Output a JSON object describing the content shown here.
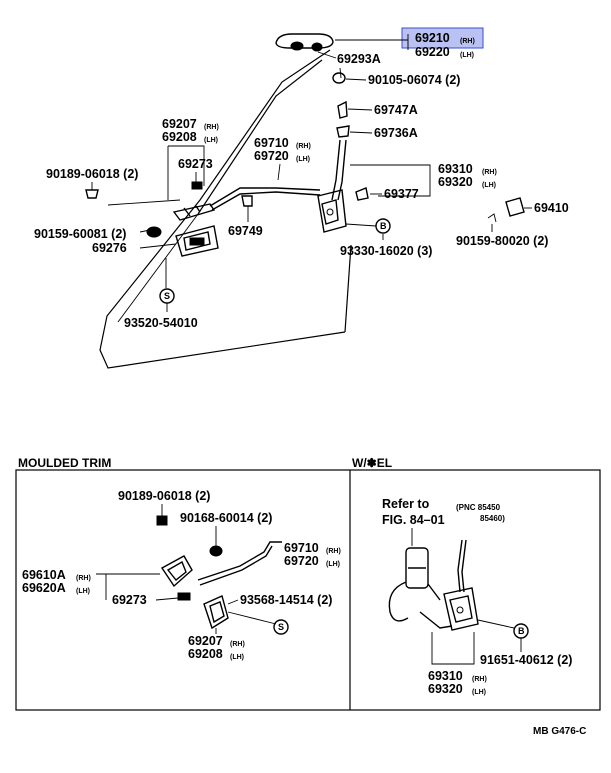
{
  "diagram": {
    "code": "MB G476-C",
    "callouts": {
      "p69210": "69210",
      "p69210_sfx": "(RH)",
      "p69220": "69220",
      "p69220_sfx": "(LH)",
      "p69293A": "69293A",
      "p90105": "90105-06074 (2)",
      "p69747A": "69747A",
      "p69736A": "69736A",
      "p69207": "69207",
      "p69207_sfx": "(RH)",
      "p69208": "69208",
      "p69208_sfx": "(LH)",
      "p69710": "69710",
      "p69710_sfx": "(RH)",
      "p69720": "69720",
      "p69720_sfx": "(LH)",
      "p69310": "69310",
      "p69310_sfx": "(RH)",
      "p69320": "69320",
      "p69320_sfx": "(LH)",
      "p90189": "90189-06018 (2)",
      "p69273": "69273",
      "p69377": "69377",
      "p69410": "69410",
      "p90159a": "90159-60081 (2)",
      "p69276": "69276",
      "p69749": "69749",
      "b_marker": "B",
      "p93330": "93330-16020 (3)",
      "p90159b": "90159-80020 (2)",
      "s_marker": "S",
      "p93520": "93520-54010"
    },
    "moulded_trim": {
      "title": "MOULDED TRIM",
      "p90189": "90189-06018 (2)",
      "p90168": "90168-60014 (2)",
      "p69710": "69710",
      "p69710_sfx": "(RH)",
      "p69720": "69720",
      "p69720_sfx": "(LH)",
      "p69610A": "69610A",
      "p69610A_sfx": "(RH)",
      "p69620A": "69620A",
      "p69620A_sfx": "(LH)",
      "p69273": "69273",
      "p93568": "93568-14514 (2)",
      "s_marker": "S",
      "p69207": "69207",
      "p69207_sfx": "(RH)",
      "p69208": "69208",
      "p69208_sfx": "(LH)"
    },
    "w_el": {
      "title": "W/✽EL",
      "refer_to": "Refer to",
      "fig": "FIG. 84–01",
      "pnc": "(PNC 85450",
      "pnc2": "85460)",
      "b_marker": "B",
      "p91651": "91651-40612 (2)",
      "p69310": "69310",
      "p69310_sfx": "(RH)",
      "p69320": "69320",
      "p69320_sfx": "(LH)"
    }
  }
}
